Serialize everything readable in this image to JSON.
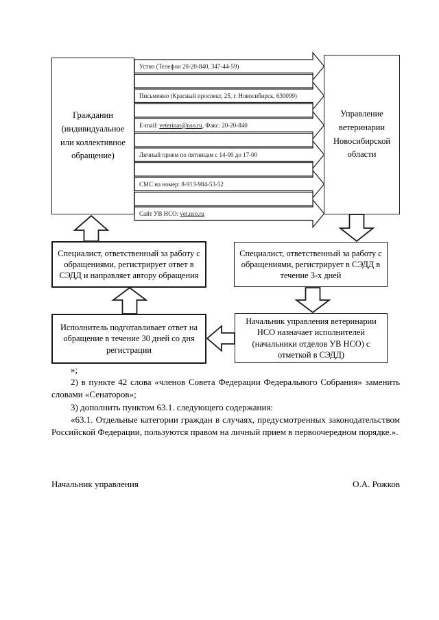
{
  "flowchart": {
    "citizen_box": "Гражданин (индивидуальное или коллективное обращение)",
    "administration_box": "Управление ветеринарии Новосибирской области",
    "channels": [
      {
        "prefix": "Устно (Телефон 20-20-840, 347-44-59)",
        "link": "",
        "suffix": ""
      },
      {
        "prefix": "Письменно (Красный проспект, 25, г. Новосибирск, 630099)",
        "link": "",
        "suffix": ""
      },
      {
        "prefix": "E-mail: ",
        "link": "veterinar@nso.ru",
        "suffix": ", Факс: 20-20-840"
      },
      {
        "prefix": "Личный прием по пятницам с 14-00 до 17-00",
        "link": "",
        "suffix": ""
      },
      {
        "prefix": "СМС на номер: 8-913-984-53-52",
        "link": "",
        "suffix": ""
      },
      {
        "prefix": "Сайт УВ НСО: ",
        "link": "vet.nso.ru",
        "suffix": ""
      }
    ],
    "specialist_reply_box": "Специалист, ответственный за работу с обращениями, регистрирует ответ в СЭДД и направляет автору обращения",
    "specialist_register_box": "Специалист, ответственный за работу с обращениями, регистрирует в СЭДД в течение 3-х дней",
    "executor_box": "Исполнитель подготавливает ответ на обращение в течение 30 дней со дня регистрации",
    "chief_box": "Начальник управления ветеринарии НСО назначает исполнителей (начальники отделов УВ НСО) с отметкой в СЭДД)"
  },
  "document": {
    "paragraphs": {
      "p1": "»;",
      "p2": "2) в пункте 42 слова «членов Совета Федерации Федерального Собрания» заменить словами «Сенаторов»;",
      "p3": "3) дополнить пунктом 63.1. следующего содержания:",
      "p4": "«63.1. Отдельные категории граждан в случаях, предусмотренных законодательством Российской Федерации, пользуются правом на личный прием в первоочередном порядке.»."
    },
    "signature": {
      "position": "Начальник управления",
      "name": "О.А. Рожков"
    }
  },
  "colors": {
    "ink": "#1a1a1a",
    "background": "#ffffff"
  }
}
